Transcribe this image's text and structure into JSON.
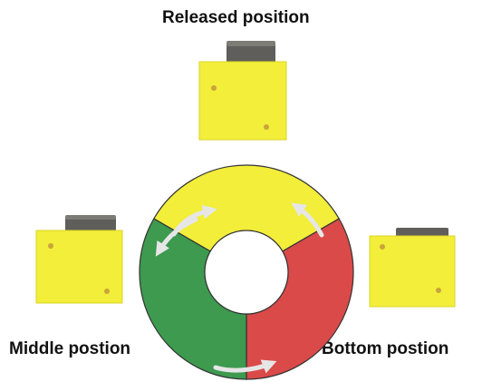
{
  "labels": {
    "released": "Released position",
    "middle": "Middle postion",
    "bottom": "Bottom postion"
  },
  "colors": {
    "switch_body": "#f2ee3a",
    "switch_button": "#5f5e5a",
    "ring_yellow": "#f2ee3a",
    "ring_green": "#3d9a4f",
    "ring_red": "#d94a49",
    "arrow": "#e6e6e6"
  },
  "icons": {
    "switch": "push-button-switch-icon",
    "arrow": "curved-arrow-icon"
  }
}
